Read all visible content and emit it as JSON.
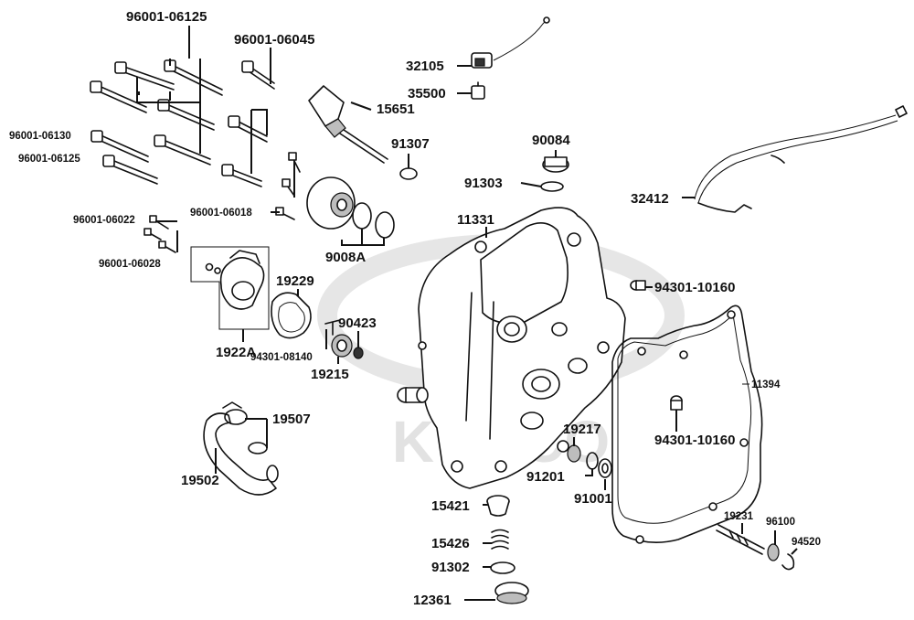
{
  "diagram": {
    "watermark": "KYMCO",
    "labels": {
      "p_96001_06125_top": "96001-06125",
      "p_96001_06045": "96001-06045",
      "p_96001_06130": "96001-06130",
      "p_96001_06125_side": "96001-06125",
      "p_96001_06022": "96001-06022",
      "p_96001_06028": "96001-06028",
      "p_96001_06018": "96001-06018",
      "p_1922A": "1922A",
      "p_19229": "19229",
      "p_94301_08140": "94301-08140",
      "p_90423": "90423",
      "p_19215": "19215",
      "p_19507": "19507",
      "p_19502": "19502",
      "p_32105": "32105",
      "p_35500": "35500",
      "p_15651": "15651",
      "p_91307": "91307",
      "p_9008A": "9008A",
      "p_90084": "90084",
      "p_91303": "91303",
      "p_11331": "11331",
      "p_32412": "32412",
      "p_94301_10160_top": "94301-10160",
      "p_11394": "11394",
      "p_94301_10160_bot": "94301-10160",
      "p_19217": "19217",
      "p_91201": "91201",
      "p_91001": "91001",
      "p_15421": "15421",
      "p_15426": "15426",
      "p_91302": "91302",
      "p_12361": "12361",
      "p_19231": "19231",
      "p_96100": "96100",
      "p_94520": "94520"
    }
  }
}
